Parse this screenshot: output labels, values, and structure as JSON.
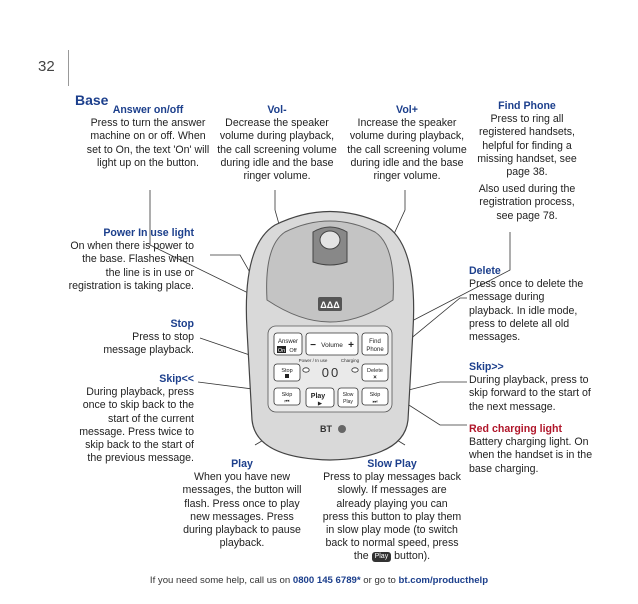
{
  "page_number": "32",
  "section_title": "Base",
  "callouts": {
    "answer": {
      "title": "Answer on/off",
      "text": "Press to turn the answer machine on or off. When set to On, the text 'On' will light up on the button."
    },
    "vol_down": {
      "title": "Vol-",
      "text": "Decrease the speaker volume during playback, the call screening volume during idle and the base ringer volume."
    },
    "vol_up": {
      "title": "Vol+",
      "text": "Increase the speaker volume during playback, the call screening volume during idle and the base ringer volume."
    },
    "find_phone": {
      "title": "Find Phone",
      "text": "Press to ring all registered handsets, helpful for finding a missing handset, see page 38.",
      "text2": "Also used during the registration process, see page 78."
    },
    "power": {
      "title": "Power In use light",
      "text": "On when there is power to the base. Flashes when the line is in use or registration is taking place."
    },
    "stop": {
      "title": "Stop",
      "text": "Press to stop message playback."
    },
    "skip_back": {
      "title": "Skip<<",
      "text": "During playback, press once to skip back to the start of the current message. Press twice to skip back to the start of the previous message."
    },
    "delete": {
      "title": "Delete",
      "text": "Press once to delete the message during playback. In idle mode, press to delete all old messages."
    },
    "skip_fwd": {
      "title": "Skip>>",
      "text": "During playback, press to skip forward to the start of the next message."
    },
    "charging": {
      "title": "Red charging light",
      "text": "Battery charging light. On when the handset is in the base charging."
    },
    "play": {
      "title": "Play",
      "text": "When you have new messages, the button will flash. Press once to play new messages. Press during playback to pause playback."
    },
    "slow_play": {
      "title": "Slow Play",
      "text_before": "Press to play messages back slowly. If messages are already playing you can press this button to play them in slow play mode (to switch back to normal speed, press the",
      "inline_button": "Play",
      "text_after": "button)."
    }
  },
  "device_labels": {
    "answer": "Answer",
    "on": "On",
    "off": "Off",
    "volume_minus": "−",
    "volume": "Volume",
    "volume_plus": "+",
    "find": "Find",
    "phone": "Phone",
    "power_inuse": "Power / In use",
    "charging": "Charging",
    "stop": "Stop",
    "counter": "00",
    "delete": "Delete",
    "skip": "Skip",
    "play": "Play",
    "slow": "Slow",
    "slow_play": "Play",
    "brand": "BT"
  },
  "footer": {
    "text_before": "If you need some help, call us on",
    "phone": "0800 145 6789*",
    "text_middle": "or go to",
    "url": "bt.com/producthelp"
  }
}
